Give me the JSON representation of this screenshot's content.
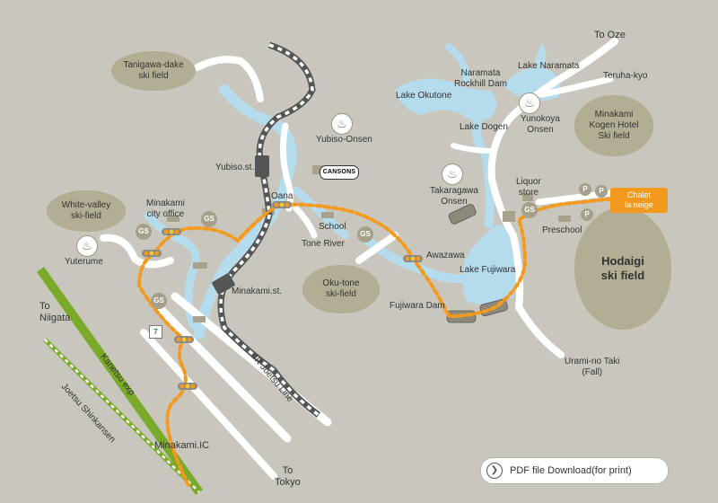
{
  "labels": {
    "to_oze": "To Oze",
    "naramata_dam": "Naramata\nRockhill Dam",
    "lake_naramata": "Lake Naramata",
    "teruha_kyo": "Teruha-kyo",
    "lake_okutone": "Lake Okutone",
    "lake_dogen": "Lake Dogen",
    "yunokoya": "Yunokoya\nOnsen",
    "yubiso_onsen": "Yubiso-Onsen",
    "yubiso_st": "Yubiso.st.",
    "oana": "Oana",
    "school": "School",
    "tone_river": "Tone River",
    "minakami_office": "Minakami\ncity office",
    "yuterume": "Yuterume",
    "takaragawa": "Takaragawa\nOnsen",
    "liquor_store": "Liquor\nstore",
    "preschool": "Preschool",
    "awazawa": "Awazawa",
    "lake_fujiwara": "Lake Fujiwara",
    "fujiwara_dam": "Fujiwara Dam",
    "minakami_st": "Minakami.st.",
    "jr_joetsu": "JR Joetsu Line",
    "to_niigata": "To\nNiigata",
    "kanetsu": "Kanetsu exp",
    "joetsu_shinkansen": "Joetsu Shinkansen",
    "minakami_ic": "Minakami.IC",
    "to_tokyo": "To\nTokyo",
    "urami_no_taki": "Urami-no Taki\n(Fall)"
  },
  "zones": {
    "tanigawa": "Tanigawa-dake\nski field",
    "white_valley": "White-valley\nski-field",
    "oku_tone": "Oku-tone\nski-field",
    "minakami_kogen": "Minakami\nKogen Hotel\nSki field",
    "hodaigi": "Hodaigi\nski field"
  },
  "badge": {
    "line1": "Chalet",
    "line2": "la neige"
  },
  "icons": {
    "gas_station": "GS",
    "parking": "P",
    "onsen": "♨",
    "convenience_store": "7",
    "arrow": "❯"
  },
  "cansons_logo": "CANSONS",
  "pdf_button": "PDF file Download(for print)",
  "colors": {
    "background": "#c9c7bd",
    "water": "#b5dced",
    "road": "#ffffff",
    "route": "#f39a1e",
    "ski_field": "#b3ad93",
    "expressway": "#7aaa2a",
    "rail": "#555555"
  }
}
